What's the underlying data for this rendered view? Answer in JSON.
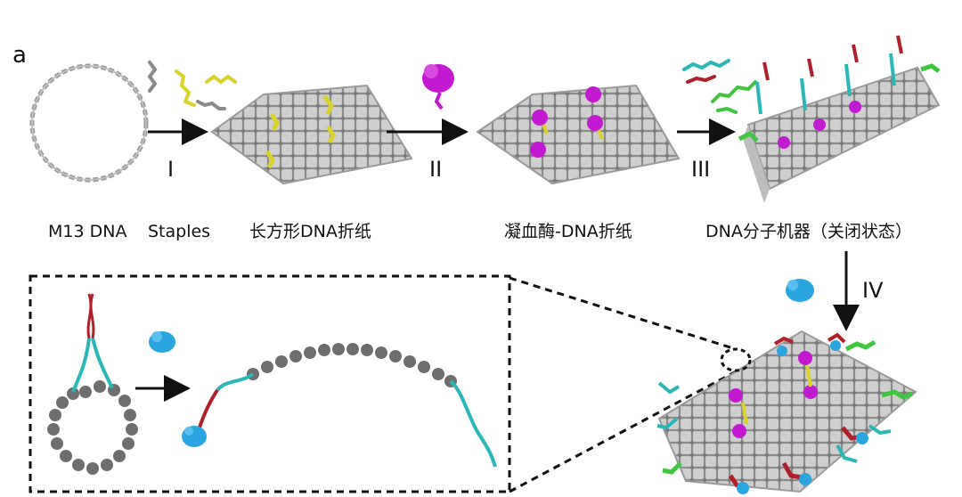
{
  "panel_letter": "a",
  "labels": {
    "m13": "M13 DNA",
    "staples": "Staples",
    "rect_origami": "长方形DNA折纸",
    "thrombin_origami": "凝血酶-DNA折纸",
    "machine_closed": "DNA分子机器（关闭状态）"
  },
  "steps": {
    "s1": "I",
    "s2": "II",
    "s3": "III",
    "s4": "IV"
  },
  "colors": {
    "dna_gray": "#9a9a9a",
    "staple_yellow": "#d8d22a",
    "thrombin_magenta": "#c21ad0",
    "aptamer_cyan": "#2bb7b7",
    "strand_red": "#b0202a",
    "green_strand": "#3fc63f",
    "target_blue": "#2aa5e0",
    "bead_gray": "#6e6e6e"
  }
}
